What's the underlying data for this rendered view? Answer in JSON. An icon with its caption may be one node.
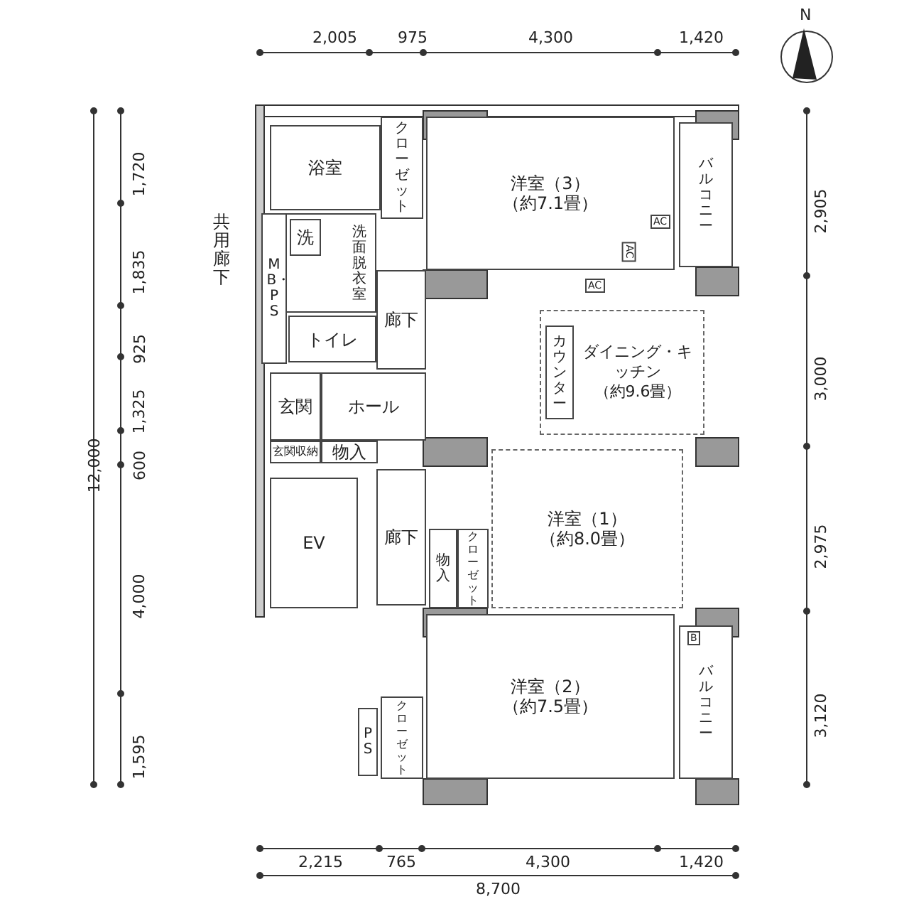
{
  "diagram": {
    "nodes": [
      {
        "text": [
          "浴室"
        ]
      },
      {
        "text": [
          "クローゼット"
        ]
      },
      {
        "text": [
          "洋室（3）",
          "（約7.1畳）"
        ]
      },
      {
        "text": [
          "バルコニー"
        ]
      },
      {
        "text": [
          "洗面脱衣室"
        ]
      },
      {
        "text": [
          "洗"
        ],
        "in": 4
      },
      {
        "text": [
          "MB・PS"
        ]
      },
      {
        "text": [
          "トイレ"
        ]
      },
      {
        "text": [
          "廊下"
        ]
      },
      {
        "text": [
          "ダイニング・キッチン",
          "（約9.6畳）"
        ]
      },
      {
        "text": [
          "カウンター"
        ],
        "in": 9
      },
      {
        "text": [
          "玄関"
        ]
      },
      {
        "text": [
          "ホール"
        ]
      },
      {
        "text": [
          "玄関収納"
        ]
      },
      {
        "text": [
          "物入"
        ]
      },
      {
        "text": [
          "廊下"
        ]
      },
      {
        "text": [
          "EV"
        ]
      },
      {
        "text": [
          "洋室（1）",
          "（約8.0畳）"
        ]
      },
      {
        "text": [
          "物入"
        ]
      },
      {
        "text": [
          "クローゼット"
        ]
      },
      {
        "text": [
          "洋室（2）",
          "（約7.5畳）"
        ]
      },
      {
        "text": [
          "PS"
        ]
      },
      {
        "text": [
          "クローゼット"
        ]
      },
      {
        "text": [
          "バルコニー"
        ]
      }
    ],
    "labels": [
      "2,005",
      "975",
      "4,300",
      "1,420",
      "N",
      "1,720",
      "2,905",
      "共用廊下",
      "1,835",
      "AC",
      "AC",
      "925",
      "3,000",
      "AC",
      "1,325",
      "600",
      "2,975",
      "12,000",
      "4,000",
      "B",
      "3,120",
      "1,595",
      "2,215",
      "765",
      "4,300",
      "1,420",
      "8,700"
    ]
  }
}
